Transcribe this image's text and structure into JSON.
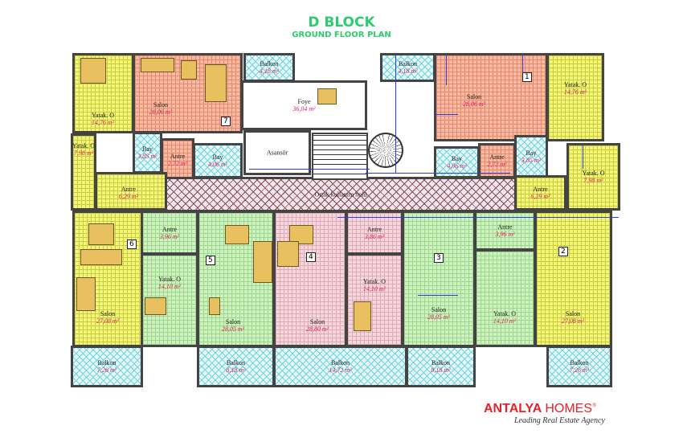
{
  "header": {
    "title": "D BLOCK",
    "subtitle": "GROUND FLOOR PLAN"
  },
  "colors": {
    "title": "#2ecc71",
    "area_text": "#e0245e",
    "logo": "#e52329",
    "dimension_lines": "#2b3fe0"
  },
  "rooms": [
    {
      "label": "Yatak. O",
      "area": "14,76 m²",
      "fill": "grid-yellow"
    },
    {
      "label": "Salon",
      "area": "28,06 m²",
      "fill": "grid-salmon"
    },
    {
      "label": "Balkon",
      "area": "4,18 m²",
      "fill": "hatch-cyan"
    },
    {
      "label": "Foye",
      "area": "36,04 m²",
      "fill": "plain"
    },
    {
      "label": "Asansör",
      "area": "",
      "fill": "plain"
    },
    {
      "label": "Bay",
      "area": "3,85 m²",
      "fill": "hatch-cyan"
    },
    {
      "label": "Antre",
      "area": "2,72 m²",
      "fill": "grid-salmon"
    },
    {
      "label": "Bay",
      "area": "4,06 m²",
      "fill": "hatch-cyan"
    },
    {
      "label": "Yatak. O",
      "area": "7,98 m²",
      "fill": "grid-yellow"
    },
    {
      "label": "Antre",
      "area": "6,29 m²",
      "fill": "grid-yellow"
    },
    {
      "label": "Ortak kullanım holü",
      "area": "",
      "fill": "hatch-corr"
    },
    {
      "label": "Balkon",
      "area": "4,18 m²",
      "fill": "hatch-cyan"
    },
    {
      "label": "Salon",
      "area": "28,06 m²",
      "fill": "grid-salmon"
    },
    {
      "label": "Yatak. O",
      "area": "14,76 m²",
      "fill": "grid-yellow"
    },
    {
      "label": "Bay",
      "area": "4,06 m²",
      "fill": "hatch-cyan"
    },
    {
      "label": "Antre",
      "area": "2,72 m²",
      "fill": "grid-salmon"
    },
    {
      "label": "Bay",
      "area": "3,85 m²",
      "fill": "hatch-cyan"
    },
    {
      "label": "Antre",
      "area": "6,29 m²",
      "fill": "grid-yellow"
    },
    {
      "label": "Yatak. O",
      "area": "7,98 m²",
      "fill": "grid-yellow"
    },
    {
      "label": "Salon",
      "area": "27,08 m²",
      "fill": "grid-yellow"
    },
    {
      "label": "Antre",
      "area": "3,96 m²",
      "fill": "grid-green"
    },
    {
      "label": "Yatak. O",
      "area": "14,10 m²",
      "fill": "grid-green"
    },
    {
      "label": "Salon",
      "area": "28,05 m²",
      "fill": "grid-green"
    },
    {
      "label": "Salon",
      "area": "28,80 m²",
      "fill": "grid-pink"
    },
    {
      "label": "Antre",
      "area": "3,86 m²",
      "fill": "grid-pink"
    },
    {
      "label": "Yatak. O",
      "area": "14,10 m²",
      "fill": "grid-pink"
    },
    {
      "label": "Salon",
      "area": "28,05 m²",
      "fill": "grid-green"
    },
    {
      "label": "Antre",
      "area": "3,96 m²",
      "fill": "grid-green"
    },
    {
      "label": "Yatak. O",
      "area": "14,10 m²",
      "fill": "grid-green"
    },
    {
      "label": "Salon",
      "area": "27,08 m²",
      "fill": "grid-yellow"
    },
    {
      "label": "Balkon",
      "area": "7,26 m²",
      "fill": "hatch-cyan"
    },
    {
      "label": "Balkon",
      "area": "8,18 m²",
      "fill": "hatch-cyan"
    },
    {
      "label": "Balkon",
      "area": "14,72 m²",
      "fill": "hatch-cyan"
    },
    {
      "label": "Balkon",
      "area": "8,18 m²",
      "fill": "hatch-cyan"
    },
    {
      "label": "Balkon",
      "area": "7,26 m²",
      "fill": "hatch-cyan"
    }
  ],
  "unit_numbers": [
    "7",
    "1",
    "6",
    "5",
    "4",
    "3",
    "2"
  ],
  "logo": {
    "brand_bold": "ANTALYA",
    "brand_light": "HOMES",
    "registered": "®",
    "tagline": "Leading Real Estate Agency"
  }
}
